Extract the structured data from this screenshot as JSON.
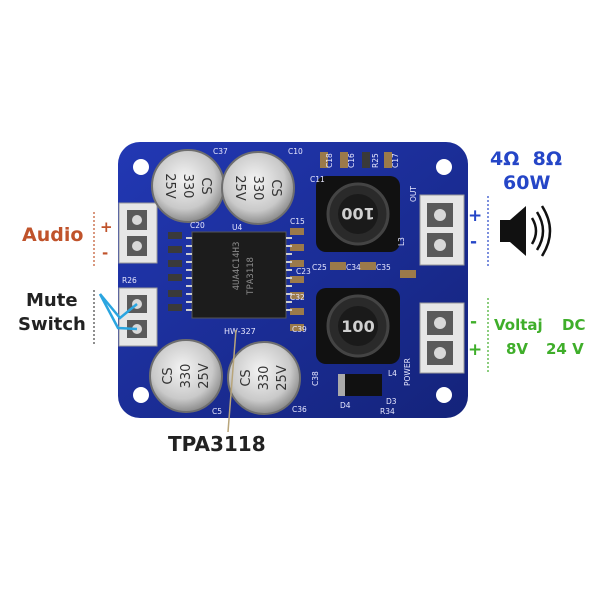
{
  "labels": {
    "audio": "Audio",
    "audio_plus": "+",
    "audio_minus": "-",
    "mute_line1": "Mute",
    "mute_line2": "Switch",
    "chip": "TPA3118",
    "impedance": "4Ω  8Ω",
    "power": "60W",
    "out_plus": "+",
    "out_minus": "-",
    "supply_minus": "-",
    "supply_plus": "+",
    "voltaj": "Voltaj",
    "dc": "DC",
    "v8": "8V",
    "v24": "24 V"
  },
  "board": {
    "model": "HW-327",
    "ic_text_1": "4UA4C14H3",
    "ic_text_2": "TPA3118",
    "inductor_top": "100",
    "inductor_bottom": "100",
    "cap_line1": "CS",
    "cap_line2": "330",
    "cap_line3": "25V",
    "silk": [
      "C37",
      "C10",
      "C11",
      "C18",
      "C16",
      "R25",
      "C17",
      "U4",
      "C15",
      "C20",
      "C23",
      "C25",
      "C32",
      "C39",
      "C34",
      "C35",
      "C36",
      "C5",
      "C38",
      "R26",
      "L3",
      "L4",
      "D3",
      "D4",
      "R34",
      "OUT",
      "POWER"
    ]
  },
  "colors": {
    "pcb": "#1a2f9c",
    "audio_text": "#c0532b",
    "blue_text": "#2546c7",
    "green_text": "#3fae2a",
    "dark_text": "#222222"
  }
}
